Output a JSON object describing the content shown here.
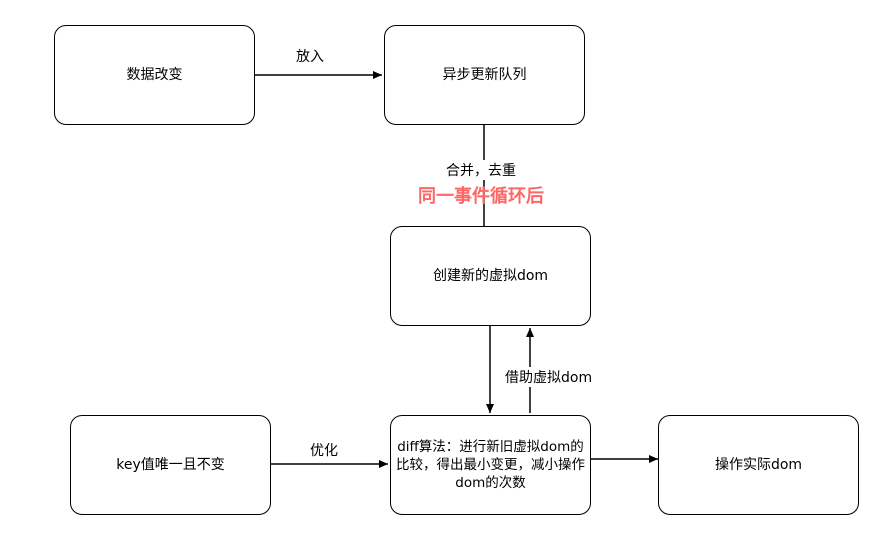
{
  "nodes": {
    "data_change": "数据改变",
    "async_queue": "异步更新队列",
    "create_vdom": "创建新的虚拟dom",
    "key_node": "key值唯一且不变",
    "diff_node": "diff算法：进行新旧虚拟dom的比较，得出最小变更，减小操作dom的次数",
    "real_dom": "操作实际dom"
  },
  "edges": {
    "put_in": "放入",
    "merge": "合并，去重",
    "after_loop": "同一事件循环后",
    "via_vdom": "借助虚拟dom",
    "optimize": "优化"
  },
  "colors": {
    "line": "#000000",
    "annotation": "#ff6666"
  }
}
